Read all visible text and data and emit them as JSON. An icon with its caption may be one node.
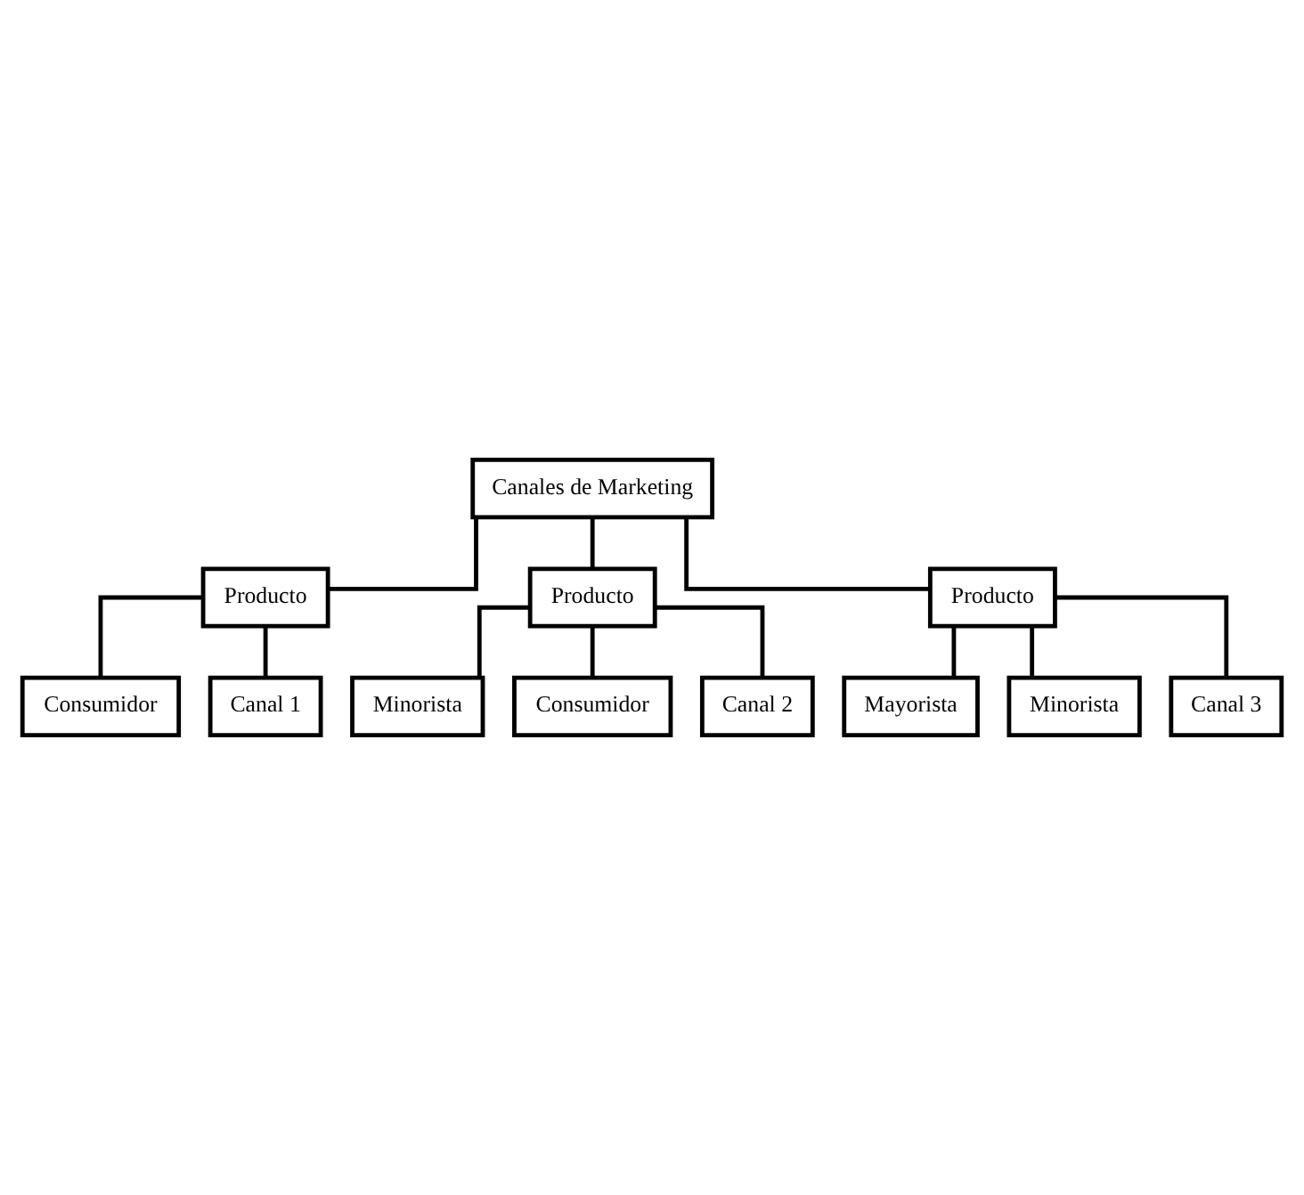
{
  "diagram": {
    "nodes": [
      {
        "text": [
          "Canales de Marketing"
        ]
      },
      {
        "text": [
          "Producto"
        ]
      },
      {
        "text": [
          "Producto"
        ]
      },
      {
        "text": [
          "Producto"
        ]
      },
      {
        "text": [
          "Consumidor"
        ]
      },
      {
        "text": [
          "Canal 1"
        ]
      },
      {
        "text": [
          "Minorista"
        ]
      },
      {
        "text": [
          "Consumidor"
        ]
      },
      {
        "text": [
          "Canal 2"
        ]
      },
      {
        "text": [
          "Mayorista"
        ]
      },
      {
        "text": [
          "Minorista"
        ]
      },
      {
        "text": [
          "Canal 3"
        ]
      }
    ],
    "edges": [
      {
        "from": 0,
        "to": 1,
        "arrow": "none"
      },
      {
        "from": 0,
        "to": 2,
        "arrow": "none"
      },
      {
        "from": 0,
        "to": 3,
        "arrow": "none"
      },
      {
        "from": 1,
        "to": 4,
        "arrow": "none"
      },
      {
        "from": 1,
        "to": 5,
        "arrow": "none"
      },
      {
        "from": 2,
        "to": 6,
        "arrow": "none"
      },
      {
        "from": 2,
        "to": 7,
        "arrow": "none"
      },
      {
        "from": 2,
        "to": 8,
        "arrow": "none"
      },
      {
        "from": 3,
        "to": 9,
        "arrow": "none"
      },
      {
        "from": 3,
        "to": 10,
        "arrow": "none"
      },
      {
        "from": 3,
        "to": 11,
        "arrow": "none"
      }
    ]
  }
}
